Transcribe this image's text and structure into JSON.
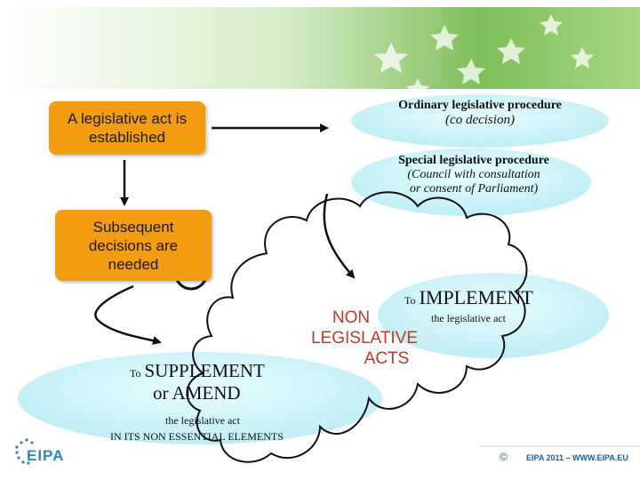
{
  "legislative_act_box": {
    "text": "A legislative act is established"
  },
  "subsequent_box": {
    "text": "Subsequent decisions are needed"
  },
  "ordinary": {
    "title": "Ordinary legislative procedure",
    "subtitle": "(co decision)"
  },
  "special": {
    "title": "Special legislative procedure",
    "line1": "(Council with consultation",
    "line2": "or consent of Parliament)"
  },
  "implement": {
    "to": "To",
    "main": "IMPLEMENT",
    "sub": "the legislative act"
  },
  "non_legislative": {
    "line1": "NON",
    "line2": "LEGISLATIVE",
    "line3": "ACTS"
  },
  "supplement": {
    "to": "To",
    "main": "SUPPLEMENT",
    "main2": "or AMEND",
    "sub1": "the legislative act",
    "sub2": "IN ITS NON ESSENTIAL ELEMENTS"
  },
  "footer": {
    "logo": "EIPA",
    "copyright": "©",
    "credit": "EIPA 2011 – WWW.EIPA.EU"
  },
  "colors": {
    "orange": "#f39c12",
    "ellipse": "#c8f4f8",
    "nonleg": "#c0392b",
    "banner": "#6ab04c"
  }
}
